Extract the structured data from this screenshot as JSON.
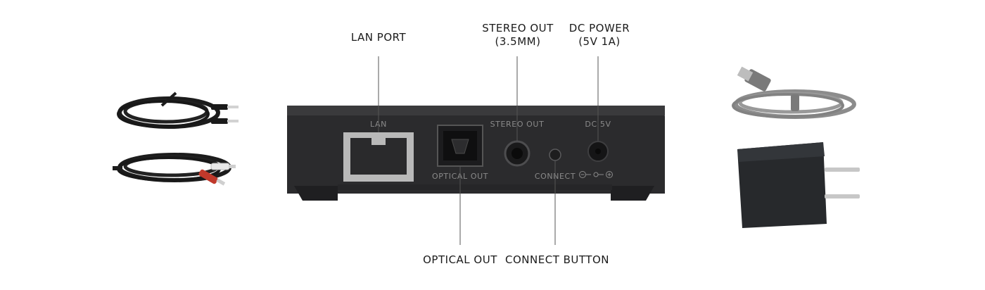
{
  "callouts": {
    "lan_port": "LAN PORT",
    "stereo_out_line1": "STEREO OUT",
    "stereo_out_line2": "(3.5MM)",
    "dc_power_line1": "DC POWER",
    "dc_power_line2": "(5V 1A)",
    "optical_out": "OPTICAL OUT",
    "connect_button": "CONNECT BUTTON"
  },
  "panel_labels": {
    "lan": "LAN",
    "stereo_out": "STEREO OUT",
    "dc": "DC 5V",
    "optical_out": "OPTICAL OUT",
    "connect": "CONNECT"
  },
  "accessories": [
    "3.5mm-aux-cable",
    "rca-cable",
    "usb-cable",
    "power-adapter"
  ],
  "colors": {
    "device_body": "#2b2b2d",
    "device_top": "#3a3a3c",
    "cable_black": "#1c1c1c",
    "cable_grey": "#8c8c8c",
    "rca_red": "#c0392b",
    "rca_white": "#e8e8e8",
    "lan_metal": "#b9b9b9",
    "leader_line": "#555555"
  }
}
